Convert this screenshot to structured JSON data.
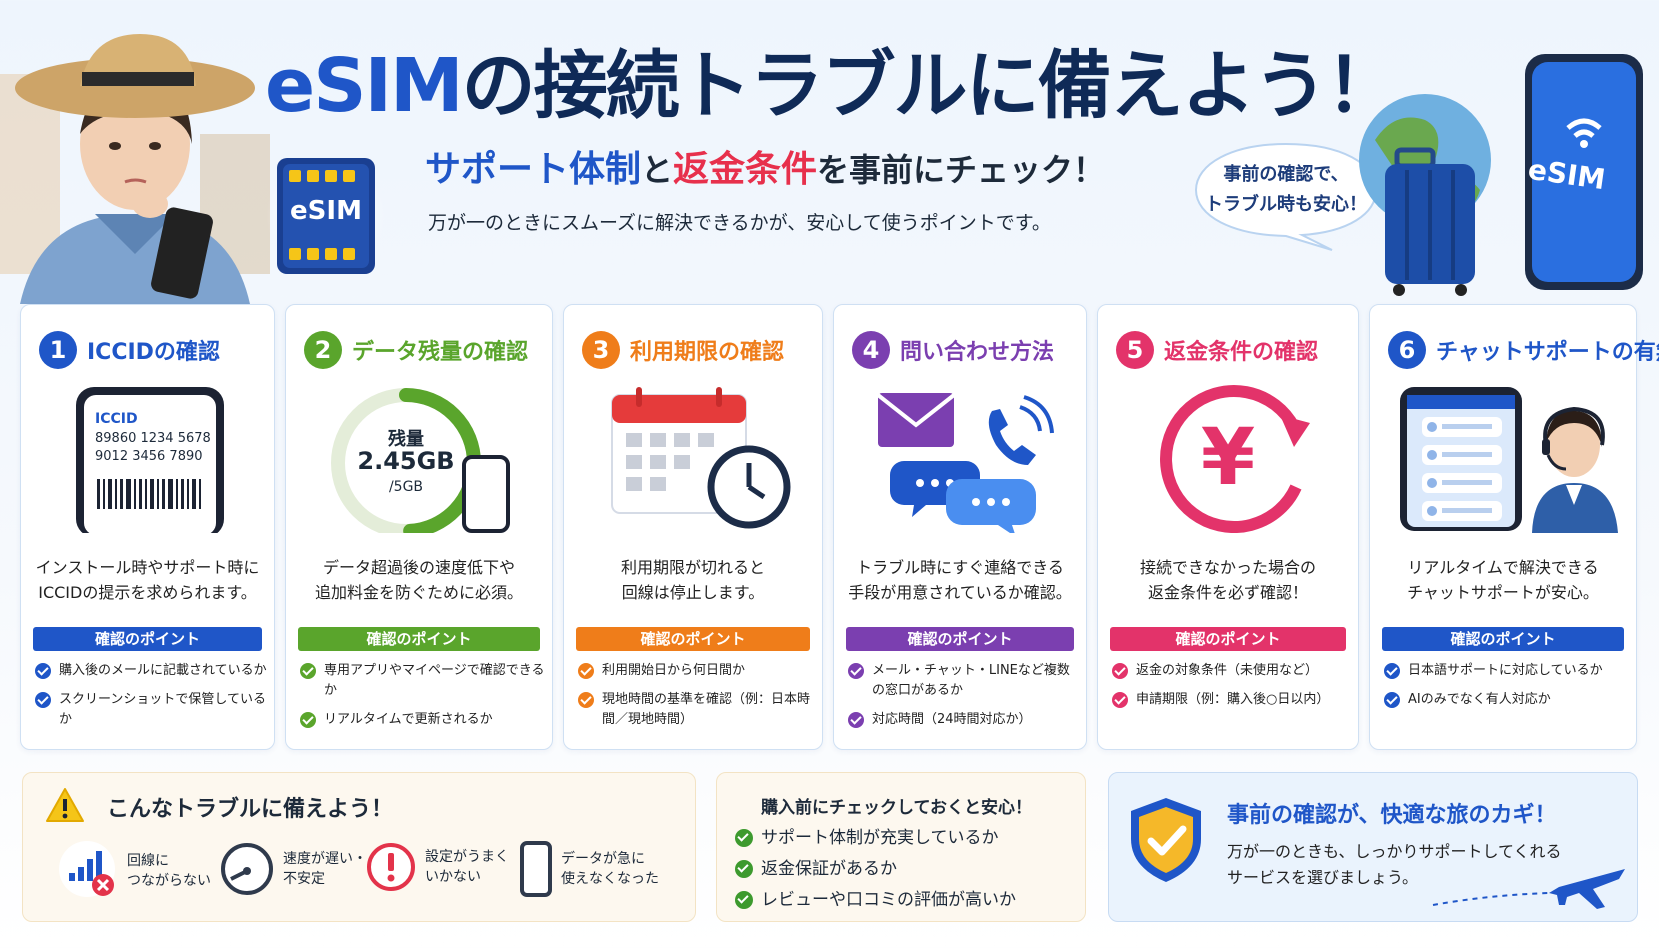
{
  "header": {
    "title_esim": "eSIM",
    "title_rest": "の接続トラブルに備えよう！",
    "subtitle_part1": "サポート体制",
    "subtitle_and": "と",
    "subtitle_part2": "返金条件",
    "subtitle_part3": "を事前にチェック！",
    "lead": "万が一のときにスムーズに解決できるかが、安心して使うポイントです。",
    "chip_label": "eSIM",
    "bubble_line1": "事前の確認で、",
    "bubble_line2": "トラブル時も安心！",
    "phone_label": "eSIM"
  },
  "points_label": "確認のポイント",
  "cards": [
    {
      "num": "1",
      "title": "ICCIDの確認",
      "color": "#1f56c8",
      "desc1": "インストール時やサポート時に",
      "desc2": "ICCIDの提示を求められます。",
      "checks": [
        "購入後のメールに記載されているか",
        "スクリーンショットで保管しているか"
      ],
      "iccid_label": "ICCID",
      "iccid_line1": "89860 1234 5678",
      "iccid_line2": "9012 3456 7890"
    },
    {
      "num": "2",
      "title": "データ残量の確認",
      "color": "#5aa52c",
      "desc1": "データ超過後の速度低下や",
      "desc2": "追加料金を防ぐために必須。",
      "checks": [
        "専用アプリやマイページで確認できるか",
        "リアルタイムで更新されるか"
      ],
      "remain_label": "残量",
      "remain_value": "2.45GB",
      "remain_total": "/5GB",
      "remain_fraction": 0.49
    },
    {
      "num": "3",
      "title": "利用期限の確認",
      "color": "#ef7d1a",
      "desc1": "利用期限が切れると",
      "desc2": "回線は停止します。",
      "checks": [
        "利用開始日から何日間か",
        "現地時間の基準を確認（例：日本時間／現地時間）"
      ]
    },
    {
      "num": "4",
      "title": "問い合わせ方法",
      "color": "#7b3fb0",
      "desc1": "トラブル時にすぐ連絡できる",
      "desc2": "手段が用意されているか確認。",
      "checks": [
        "メール・チャット・LINEなど複数の窓口があるか",
        "対応時間（24時間対応か）"
      ]
    },
    {
      "num": "5",
      "title": "返金条件の確認",
      "color": "#e3336a",
      "desc1": "接続できなかった場合の",
      "desc2": "返金条件を必ず確認！",
      "checks": [
        "返金の対象条件（未使用など）",
        "申請期限（例：購入後○日以内）"
      ],
      "yen": "¥"
    },
    {
      "num": "6",
      "title": "チャットサポートの有無",
      "color": "#1f56c8",
      "desc1": "リアルタイムで解決できる",
      "desc2": "チャットサポートが安心。",
      "checks": [
        "日本語サポートに対応しているか",
        "AIのみでなく有人対応か"
      ]
    }
  ],
  "troubles": {
    "title": "こんなトラブルに備えよう！",
    "items": [
      {
        "icon": "signal-error-icon",
        "label": "回線に\nつながらない"
      },
      {
        "icon": "speedometer-icon",
        "label": "速度が遅い・\n不安定"
      },
      {
        "icon": "alert-circle-icon",
        "label": "設定がうまく\nいかない"
      },
      {
        "icon": "smartphone-icon",
        "label": "データが急に\n使えなくなった"
      }
    ]
  },
  "precheck": {
    "title": "購入前にチェックしておくと安心！",
    "items": [
      "サポート体制が充実しているか",
      "返金保証があるか",
      "レビューや口コミの評価が高いか"
    ]
  },
  "closing": {
    "title": "事前の確認が、快適な旅のカギ！",
    "desc1": "万が一のときも、しっかりサポートしてくれる",
    "desc2": "サービスを選びましょう。"
  },
  "colors": {
    "brand_blue": "#1f56c8",
    "accent_red": "#e7304c",
    "check_green": "#3d9a2e"
  }
}
